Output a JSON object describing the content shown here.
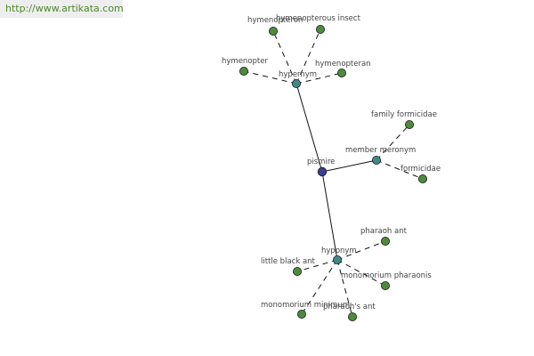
{
  "watermark": {
    "url": "http://www.artikata.com"
  },
  "graph": {
    "center": "pismire",
    "relations": {
      "hypernym": "hypernym",
      "meronym": "member meronym",
      "hyponym": "hyponym"
    },
    "leaves": {
      "hymenopteron": "hymenopteron",
      "hymenopterous_insect": "hymenopterous insect",
      "hymenopter": "hymenopter",
      "hymenopteran": "hymenopteran",
      "family_formicidae": "family formicidae",
      "formicidae": "formicidae",
      "pharaoh_ant": "pharaoh ant",
      "little_black_ant": "little black ant",
      "monomorium_pharaonis": "monomorium pharaonis",
      "monomorium_minimum": "monomorium minimum",
      "pharaohs_ant": "pharaoh's ant"
    },
    "colors": {
      "center_node": "#3a3f8f",
      "relation_node": "#3f8a88",
      "leaf_node": "#4d8a3d"
    }
  }
}
